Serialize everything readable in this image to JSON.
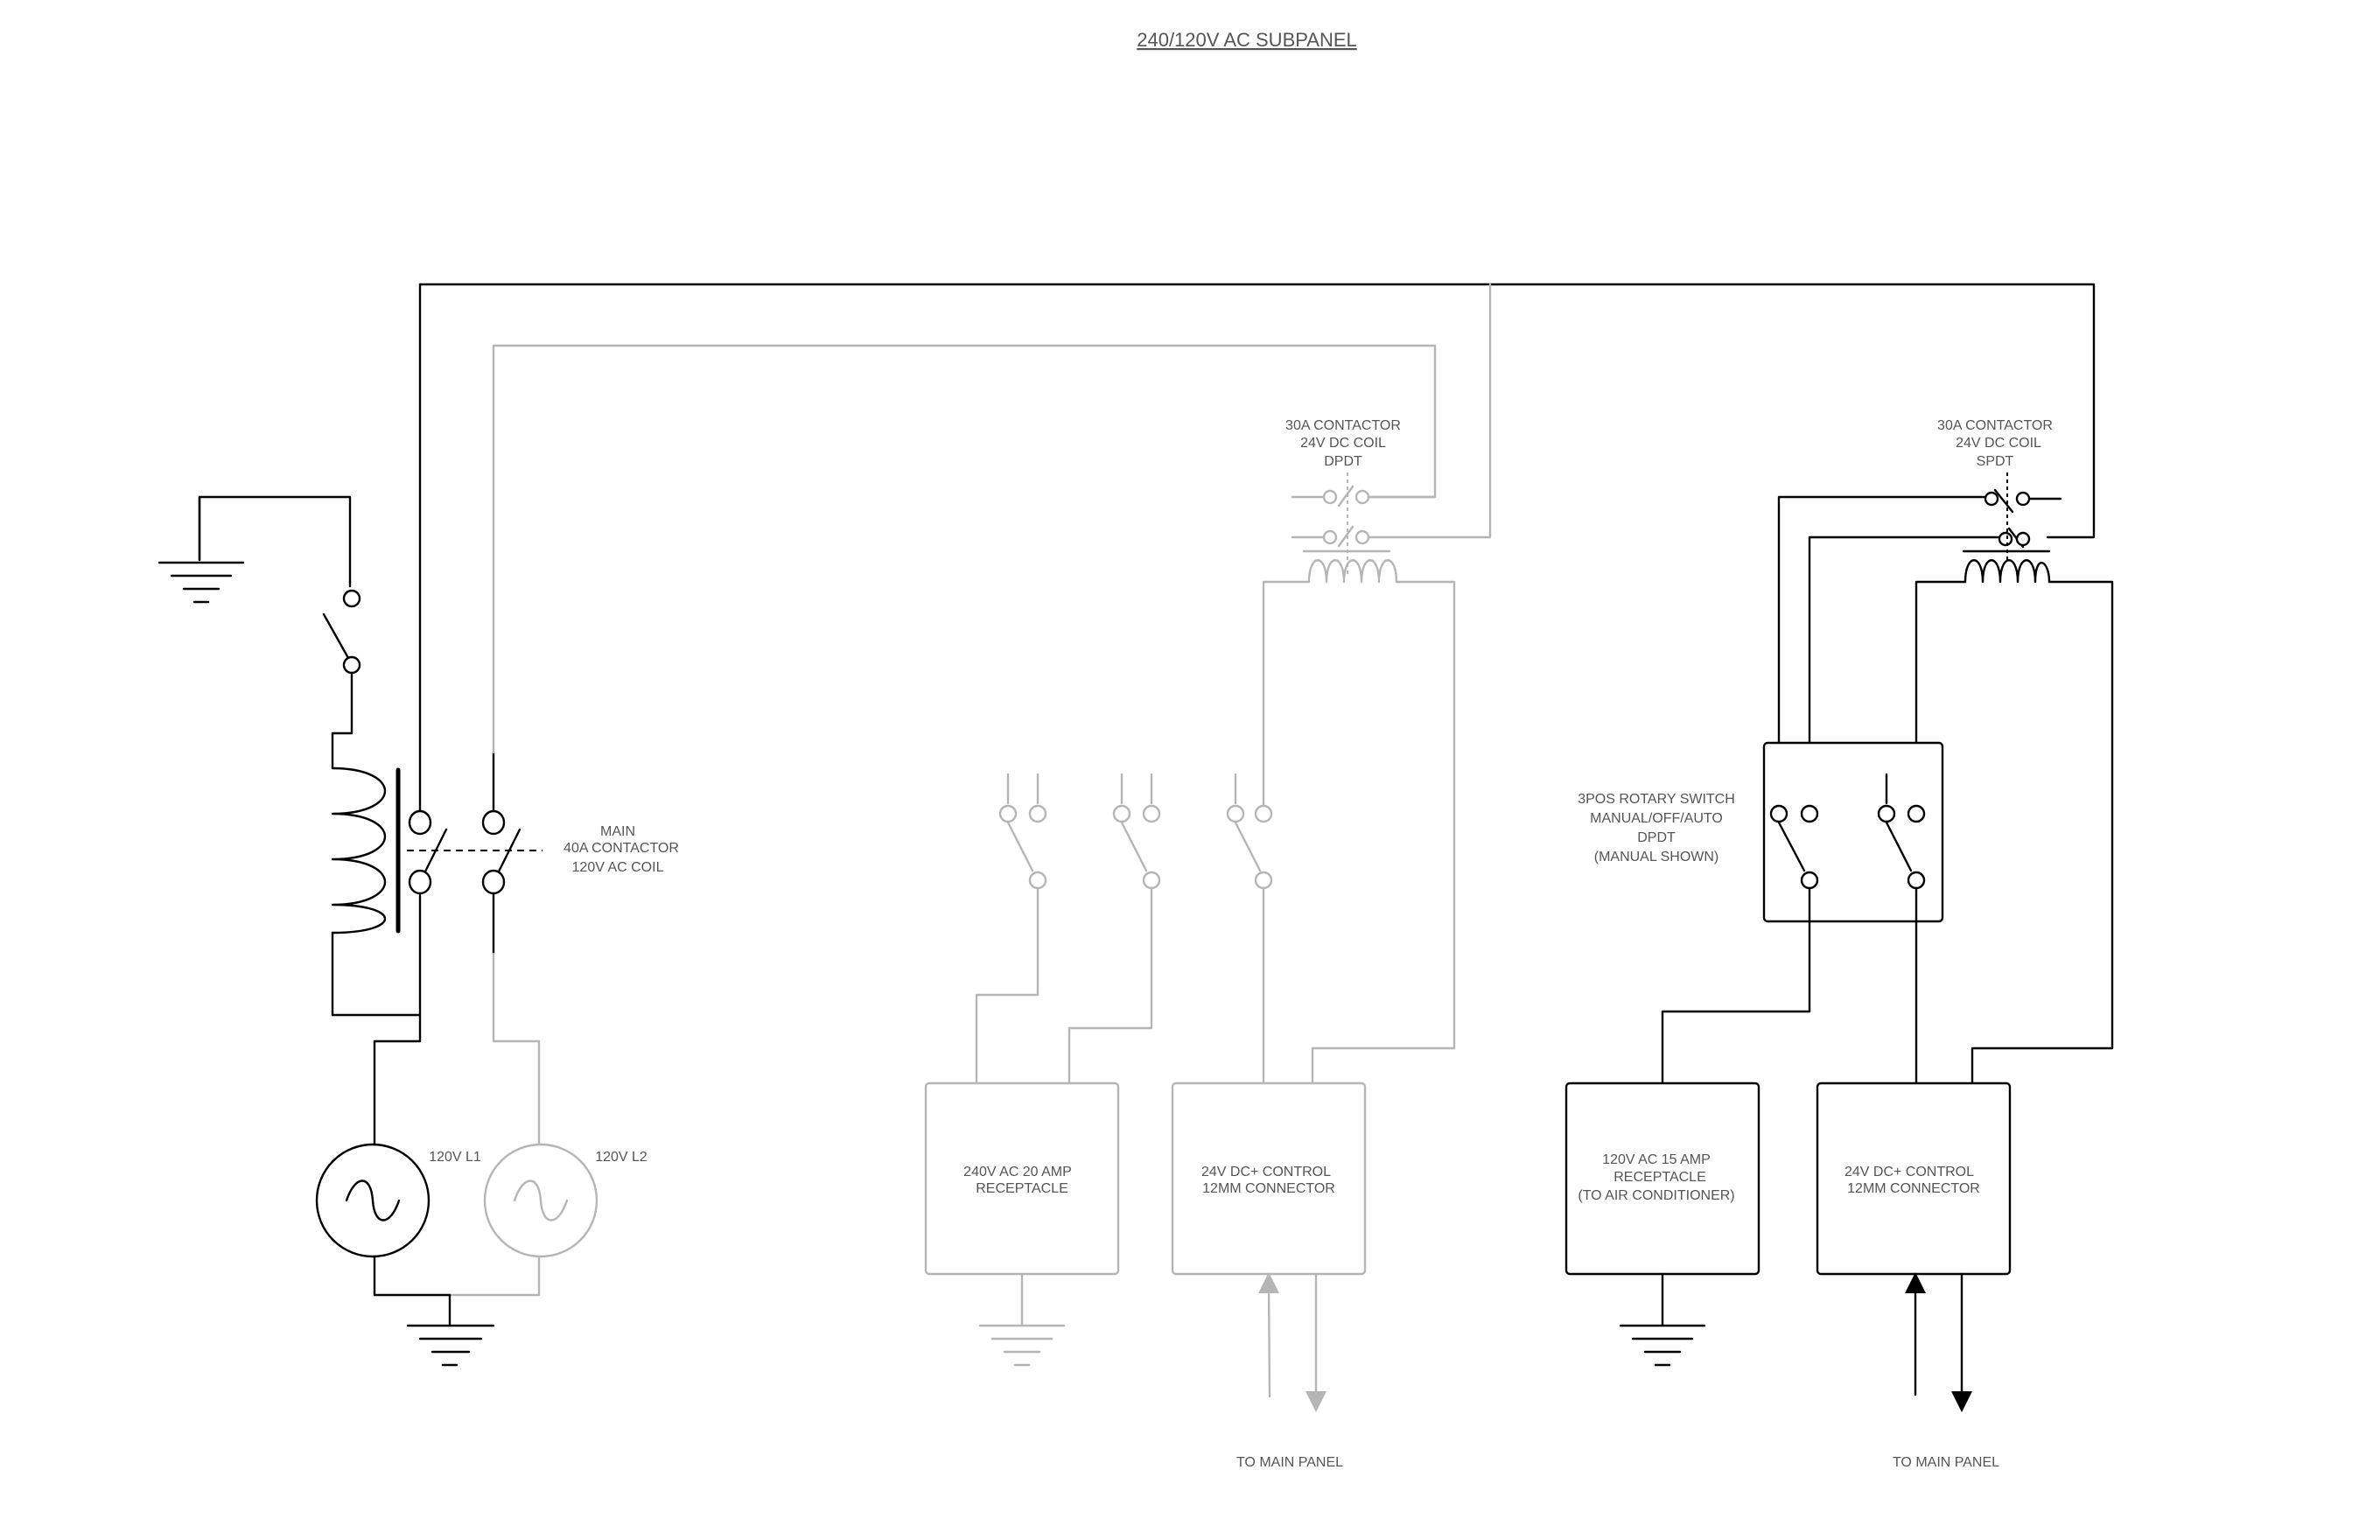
{
  "title": "240/120V AC SUBPANEL",
  "main_contactor": {
    "line1": "MAIN",
    "line2": "40A CONTACTOR",
    "line3": "120V AC COIL"
  },
  "source_l1": "120V L1",
  "source_l2": "120V L2",
  "contactor_dpdt": {
    "line1": "30A CONTACTOR",
    "line2": "24V DC COIL",
    "line3": "DPDT"
  },
  "contactor_spdt": {
    "line1": "30A CONTACTOR",
    "line2": "24V DC COIL",
    "line3": "SPDT"
  },
  "rotary_switch": {
    "line1": "3POS ROTARY SWITCH",
    "line2": "MANUAL/OFF/AUTO",
    "line3": "DPDT",
    "line4": "(MANUAL SHOWN)"
  },
  "receptacle_240": {
    "line1": "240V AC 20 AMP",
    "line2": "RECEPTACLE"
  },
  "control_gray": {
    "line1": "24V DC+ CONTROL",
    "line2": "12MM CONNECTOR"
  },
  "receptacle_120": {
    "line1": "120V AC 15 AMP",
    "line2": "RECEPTACLE",
    "line3": "(TO AIR CONDITIONER)"
  },
  "control_black": {
    "line1": "24V DC+ CONTROL",
    "line2": "12MM CONNECTOR"
  },
  "to_main_left": "TO MAIN PANEL",
  "to_main_right": "TO MAIN PANEL",
  "colors": {
    "live": "#000000",
    "inactive": "#b5b5b5",
    "text": "#555555"
  }
}
